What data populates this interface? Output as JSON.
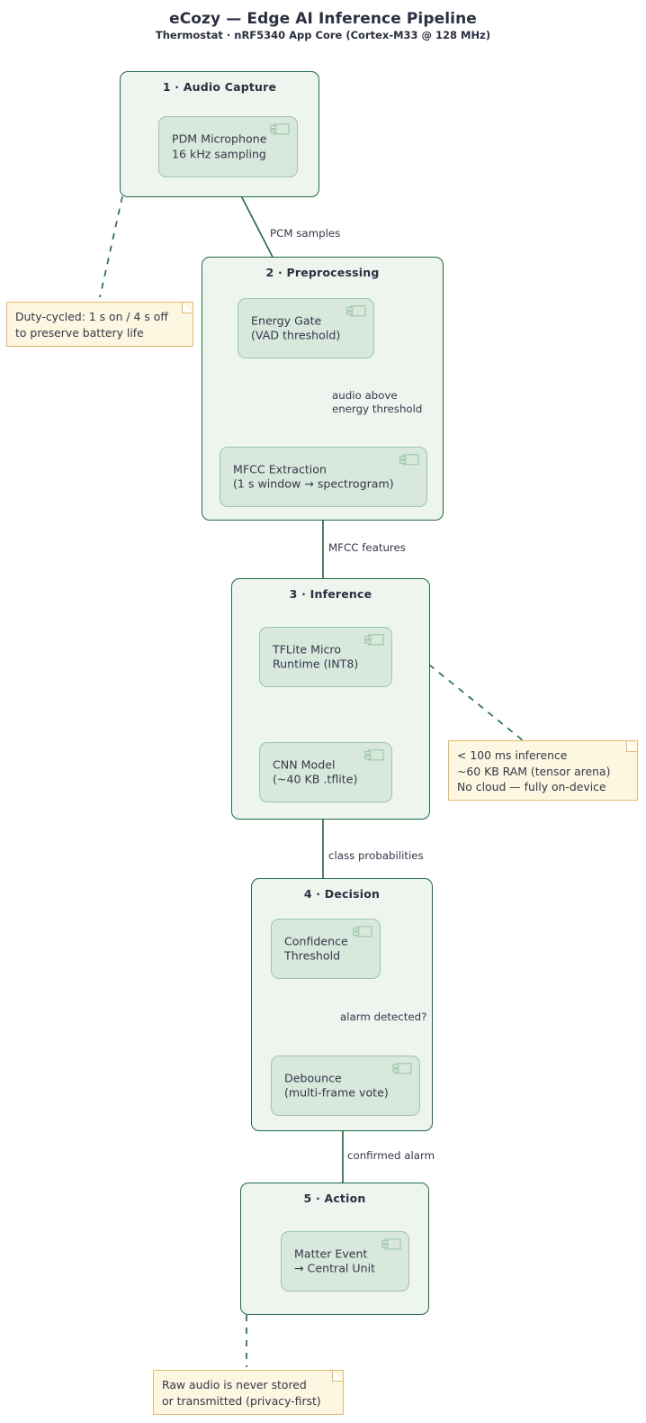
{
  "header": {
    "title": "eCozy — Edge AI Inference Pipeline",
    "subtitle": "Thermostat · nRF5340 App Core (Cortex-M33 @ 128 MHz)"
  },
  "theme": {
    "package_fill": "#eef5ef",
    "package_border": "#1f6b45",
    "node_fill": "#d8e8dc",
    "node_border": "#9ec5a8",
    "arrow": "#2e6b4f",
    "note_fill": "#fdf6e0",
    "note_border": "#e3b96b",
    "text": "#33384a"
  },
  "packages": [
    {
      "id": "audio-capture",
      "title": "1 · Audio Capture",
      "nodes": [
        {
          "id": "pdm-microphone",
          "label": "PDM Microphone\n16 kHz sampling",
          "icon": "component-icon"
        }
      ]
    },
    {
      "id": "preprocessing",
      "title": "2 · Preprocessing",
      "nodes": [
        {
          "id": "energy-gate",
          "label": "Energy Gate\n(VAD threshold)",
          "icon": "component-icon"
        },
        {
          "id": "mfcc-extraction",
          "label": "MFCC Extraction\n(1 s window → spectrogram)",
          "icon": "component-icon"
        }
      ]
    },
    {
      "id": "inference",
      "title": "3 · Inference",
      "nodes": [
        {
          "id": "tflite-micro-runtime",
          "label": "TFLite Micro\nRuntime (INT8)",
          "icon": "component-icon"
        },
        {
          "id": "cnn-model",
          "label": "CNN Model\n(~40 KB .tflite)",
          "icon": "component-icon"
        }
      ]
    },
    {
      "id": "decision",
      "title": "4 · Decision",
      "nodes": [
        {
          "id": "confidence-threshold",
          "label": "Confidence\nThreshold",
          "icon": "component-icon"
        },
        {
          "id": "debounce",
          "label": "Debounce\n(multi-frame vote)",
          "icon": "component-icon"
        }
      ]
    },
    {
      "id": "action",
      "title": "5 · Action",
      "nodes": [
        {
          "id": "matter-event",
          "label": "Matter Event\n→ Central Unit",
          "icon": "component-icon"
        }
      ]
    }
  ],
  "edge_labels": {
    "pcm_samples": "PCM samples",
    "audio_above_energy_threshold": "audio above\nenergy threshold",
    "mfcc_features": "MFCC features",
    "class_probabilities": "class probabilities",
    "alarm_detected": "alarm detected?",
    "confirmed_alarm": "confirmed alarm"
  },
  "notes": [
    {
      "id": "duty-cycle-note",
      "text": "Duty-cycled: 1 s on / 4 s off\nto preserve battery life"
    },
    {
      "id": "inference-budget-note",
      "text": "< 100 ms inference\n~60 KB RAM (tensor arena)\nNo cloud — fully on-device"
    },
    {
      "id": "privacy-note",
      "text": "Raw audio is never stored\nor transmitted (privacy-first)"
    }
  ]
}
